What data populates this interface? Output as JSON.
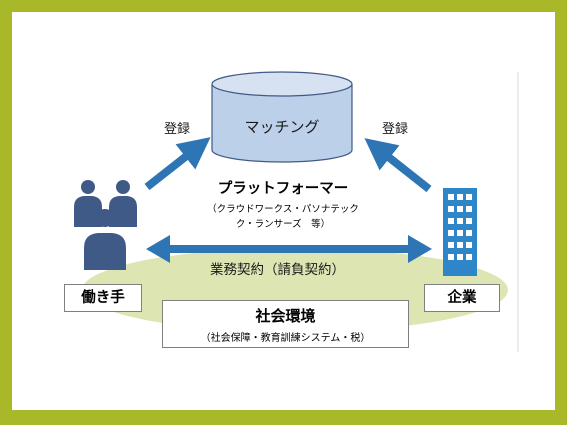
{
  "matching": {
    "label": "マッチング"
  },
  "register_left": "登録",
  "register_right": "登録",
  "platformer": {
    "title": "プラットフォーマー",
    "line1": "（クラウドワークス・パソナテック",
    "line2": "ク・ランサーズ　等）"
  },
  "contract_label": "業務契約（請負契約）",
  "worker_label": "働き手",
  "company_label": "企業",
  "society": {
    "title": "社会環境",
    "subtitle": "（社会保障・教育訓練システム・税）"
  },
  "colors": {
    "frame": "#a9b829",
    "arrow": "#2e75b6",
    "person": "#3f5a86",
    "building": "#2e86c8",
    "ellipse": "#dde6b3",
    "cylinder": "#bdd0ea",
    "cylinder_stroke": "#3f5a86"
  },
  "icons": [
    "worker-group-icon",
    "company-building-icon"
  ]
}
